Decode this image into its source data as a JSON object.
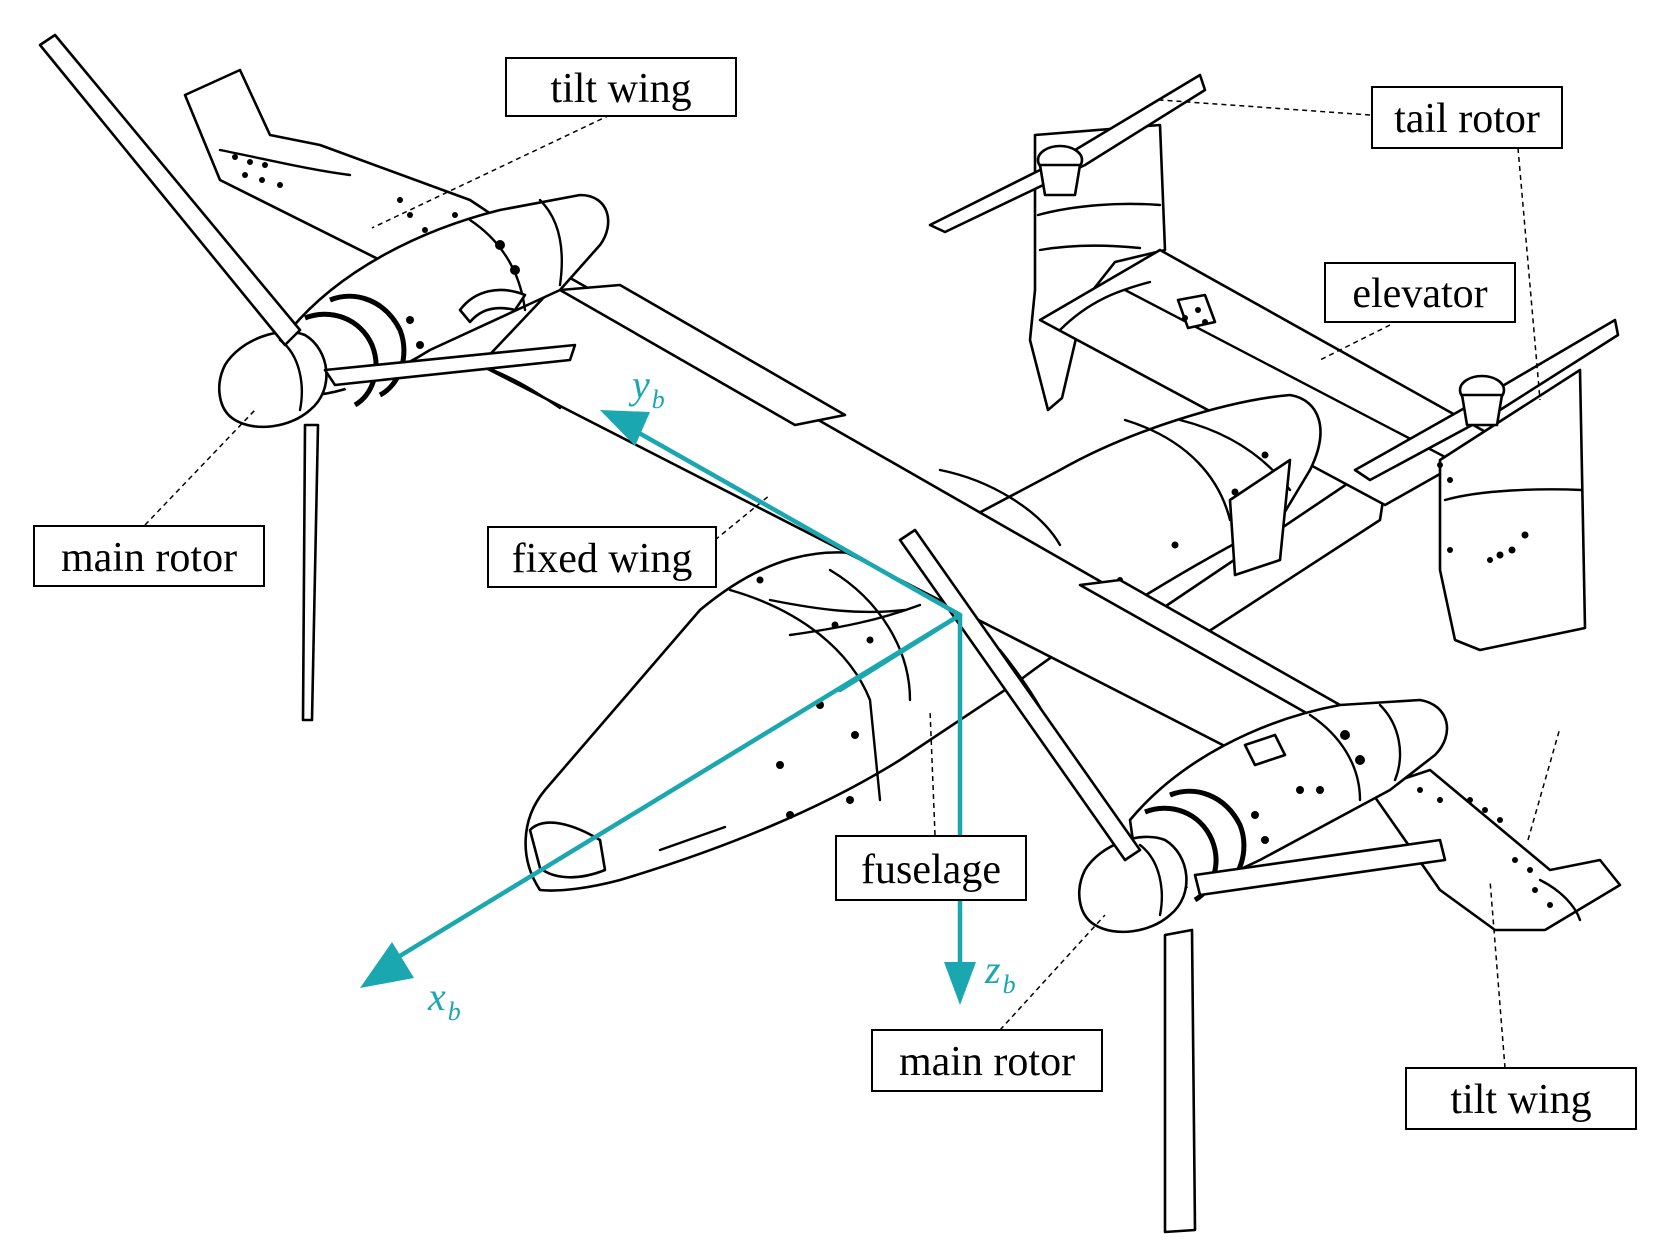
{
  "labels": {
    "tilt_wing_left": "tilt wing",
    "tilt_wing_right": "tilt wing",
    "tail_rotor": "tail rotor",
    "elevator": "elevator",
    "main_rotor_left": "main rotor",
    "main_rotor_right": "main rotor",
    "fixed_wing": "fixed wing",
    "fuselage": "fuselage"
  },
  "axes": {
    "x": {
      "symbol": "x",
      "subscript": "b"
    },
    "y": {
      "symbol": "y",
      "subscript": "b"
    },
    "z": {
      "symbol": "z",
      "subscript": "b"
    }
  },
  "colors": {
    "axis": "#1aa7b0",
    "outline": "#000000",
    "background": "#ffffff"
  }
}
